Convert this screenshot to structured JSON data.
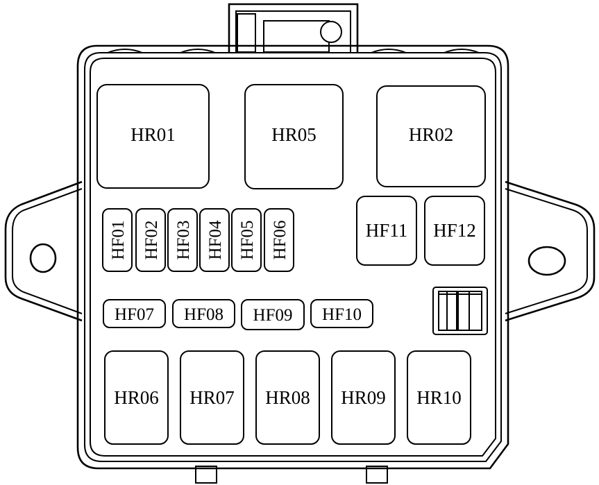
{
  "relays_top": [
    {
      "id": "hr01",
      "label": "HR01"
    },
    {
      "id": "hr05",
      "label": "HR05"
    },
    {
      "id": "hr02",
      "label": "HR02"
    }
  ],
  "relays_bottom": [
    {
      "id": "hr06",
      "label": "HR06"
    },
    {
      "id": "hr07",
      "label": "HR07"
    },
    {
      "id": "hr08",
      "label": "HR08"
    },
    {
      "id": "hr09",
      "label": "HR09"
    },
    {
      "id": "hr10",
      "label": "HR10"
    }
  ],
  "fuses_vertical": [
    {
      "id": "hf01",
      "label": "HF01"
    },
    {
      "id": "hf02",
      "label": "HF02"
    },
    {
      "id": "hf03",
      "label": "HF03"
    },
    {
      "id": "hf04",
      "label": "HF04"
    },
    {
      "id": "hf05",
      "label": "HF05"
    },
    {
      "id": "hf06",
      "label": "HF06"
    }
  ],
  "fuses_horizontal": [
    {
      "id": "hf07",
      "label": "HF07"
    },
    {
      "id": "hf08",
      "label": "HF08"
    },
    {
      "id": "hf09",
      "label": "HF09"
    },
    {
      "id": "hf10",
      "label": "HF10"
    }
  ],
  "fuses_large": [
    {
      "id": "hf11",
      "label": "HF11"
    },
    {
      "id": "hf12",
      "label": "HF12"
    }
  ]
}
